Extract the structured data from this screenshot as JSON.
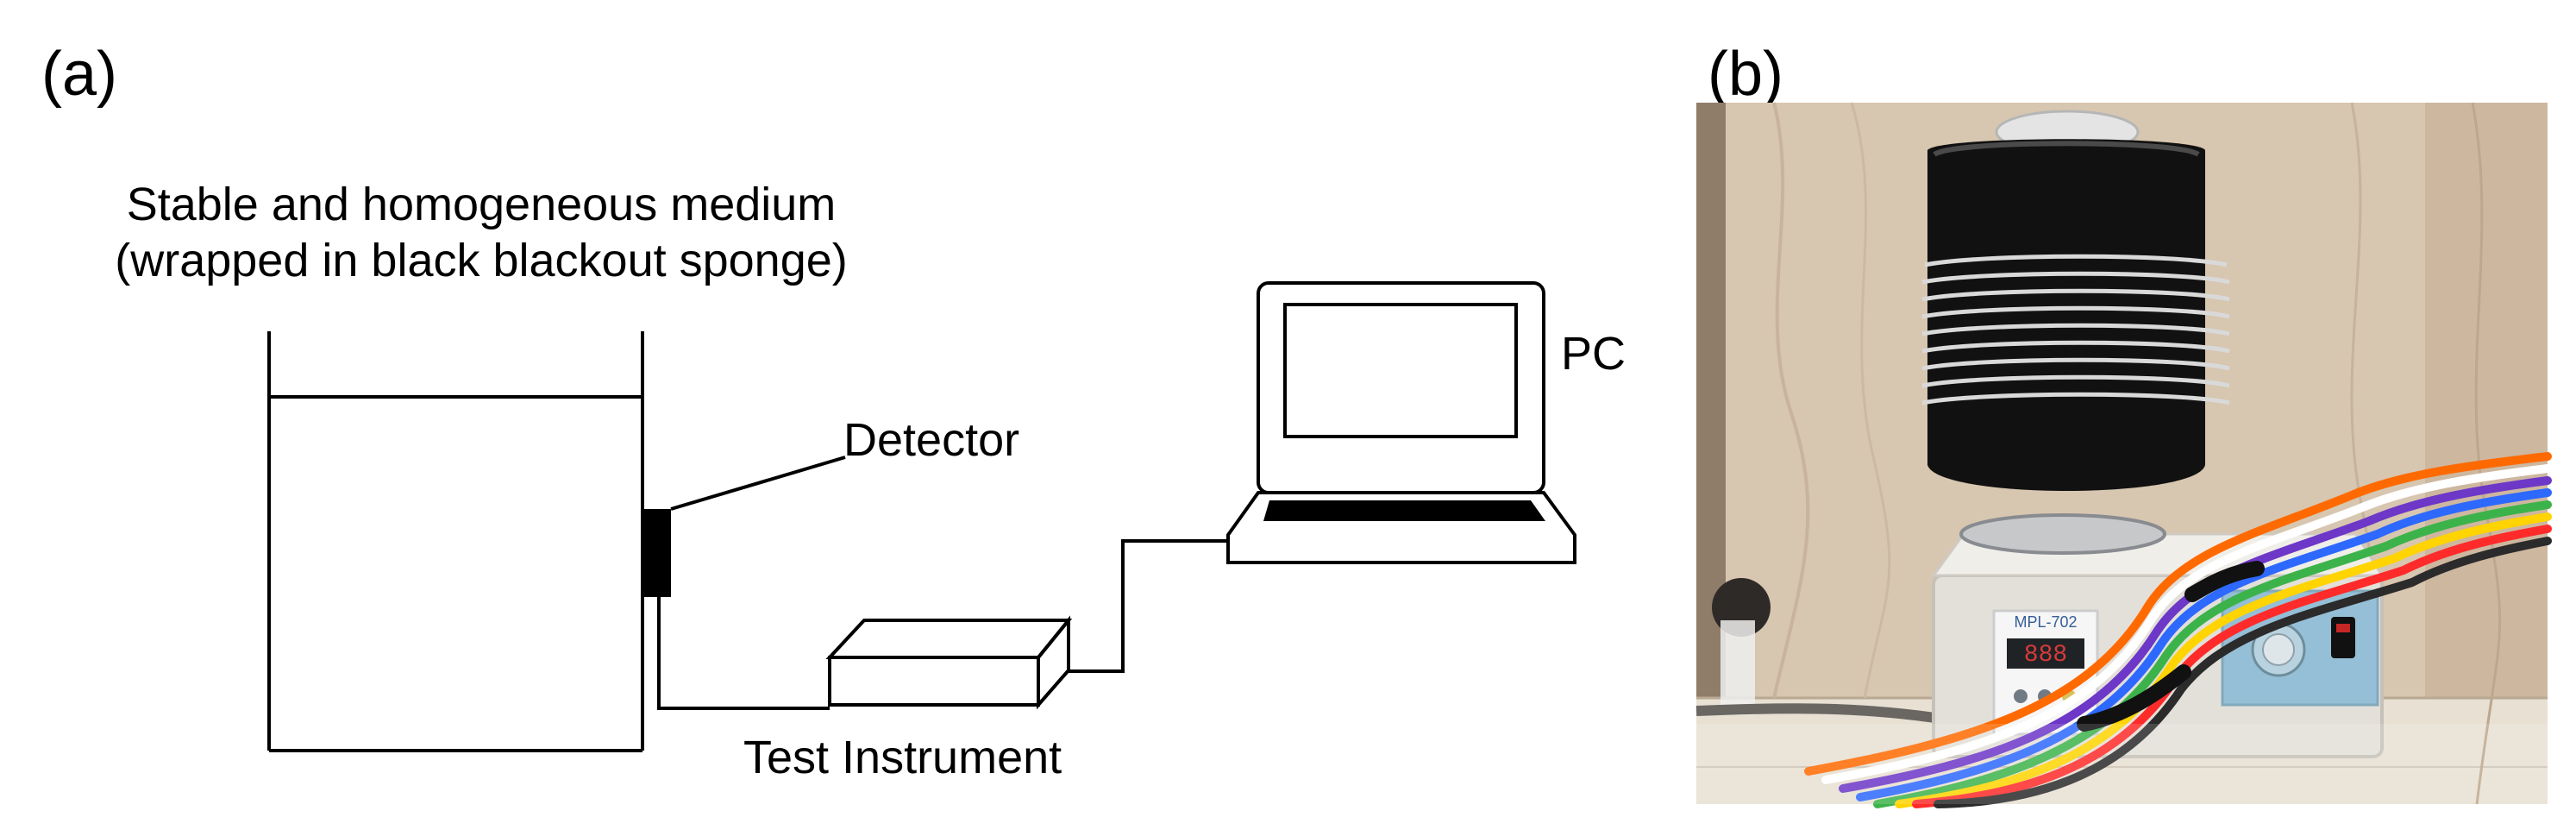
{
  "panel_a": {
    "label": "(a)",
    "medium_label_line1": "Stable and homogeneous medium",
    "medium_label_line2": "(wrapped in black blackout sponge)",
    "detector_label": "Detector",
    "instrument_label": "Test Instrument",
    "pc_label": "PC"
  },
  "panel_b": {
    "label": "(b)",
    "device_display_text": "888",
    "device_brand_text": "MPL-702",
    "colors": {
      "wall": "#d9c7b0",
      "sponge": "#121212",
      "device_body": "#e2e0da",
      "device_panel": "#9bc2d7",
      "display": "#c12a2a"
    }
  }
}
